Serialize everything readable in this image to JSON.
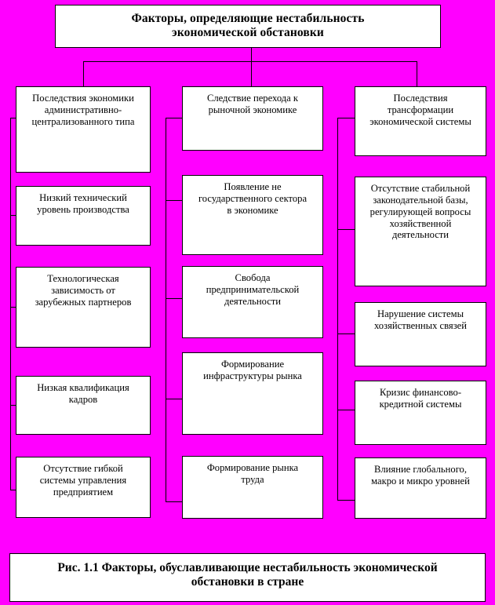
{
  "meta": {
    "background_color": "#ff00ff",
    "box_fill": "#ffffff",
    "line_color": "#000000"
  },
  "title": {
    "text": "Факторы, определяющие нестабильность\nэкономической обстановки"
  },
  "caption": {
    "text": "Рис. 1.1 Факторы, обуславливающие нестабильность экономической\nобстановки в стране"
  },
  "columns": [
    {
      "id": "column-left",
      "header": "Последствия экономики\nадминистративно-\nцентрализованного типа",
      "items": [
        "Низкий технический\nуровень производства",
        "Технологическая\nзависимость от\nзарубежных партнеров",
        "Низкая квалификация\nкадров",
        "Отсутствие гибкой\nсистемы управления\nпредприятием"
      ]
    },
    {
      "id": "column-middle",
      "header": "Следствие перехода к\nрыночной экономике",
      "items": [
        "Появление не\nгосударственного сектора\nв экономике",
        "Свобода\nпредпринимательской\nдеятельности",
        "Формирование\nинфраструктуры рынка",
        "Формирование рынка\nтруда"
      ]
    },
    {
      "id": "column-right",
      "header": "Последствия\nтрансформации\nэкономической системы",
      "items": [
        "Отсутствие стабильной\nзаконодательной базы,\nрегулирующей вопросы\nхозяйственной\nдеятельности",
        "Нарушение системы\nхозяйственных связей",
        "Кризис финансово-\nкредитной системы",
        "Влияние глобального,\nмакро и микро уровней"
      ]
    }
  ]
}
